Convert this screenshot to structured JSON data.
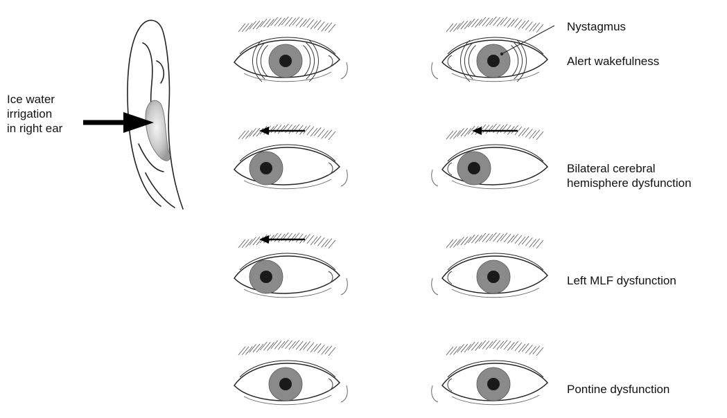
{
  "stimulus": {
    "lines": [
      "Ice water",
      "irrigation",
      "in right ear"
    ]
  },
  "annotation": {
    "nystagmus": "Nystagmus"
  },
  "rows": [
    {
      "label_lines": [
        "Alert wakefulness"
      ],
      "left_gaze": "center",
      "right_gaze": "center",
      "nystagmus": true,
      "left_arrow": false,
      "right_arrow": false
    },
    {
      "label_lines": [
        "Bilateral cerebral",
        "hemisphere dysfunction"
      ],
      "left_gaze": "left",
      "right_gaze": "left",
      "nystagmus": false,
      "left_arrow": true,
      "right_arrow": true
    },
    {
      "label_lines": [
        "Left MLF dysfunction"
      ],
      "left_gaze": "left",
      "right_gaze": "center",
      "nystagmus": false,
      "left_arrow": true,
      "right_arrow": false
    },
    {
      "label_lines": [
        "Pontine dysfunction"
      ],
      "left_gaze": "center",
      "right_gaze": "center",
      "nystagmus": false,
      "left_arrow": false,
      "right_arrow": false
    }
  ],
  "colors": {
    "iris": "#8a8a8a",
    "pupil": "#1a1a1a",
    "line": "#222222"
  }
}
